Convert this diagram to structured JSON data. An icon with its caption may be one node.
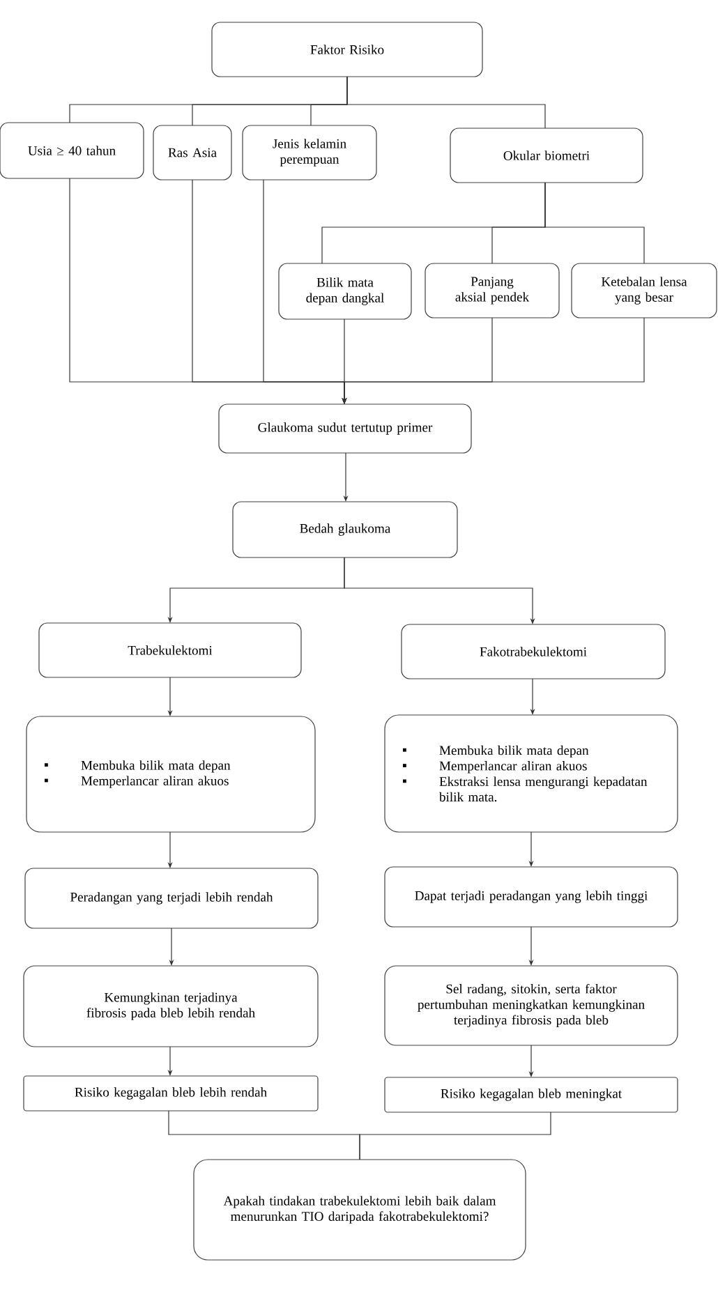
{
  "diagram": {
    "nodes": [
      {
        "text": [
          "Faktor Risiko"
        ]
      },
      {
        "text": [
          "Usia ≥ 40 tahun"
        ]
      },
      {
        "text": [
          "Ras Asia"
        ]
      },
      {
        "text": [
          "Jenis kelamin perempuan"
        ]
      },
      {
        "text": [
          "Okular biometri"
        ]
      },
      {
        "text": [
          "Bilik mata depan dangkal"
        ]
      },
      {
        "text": [
          "Panjang aksial pendek"
        ]
      },
      {
        "text": [
          "Ketebalan lensa yang besar"
        ]
      },
      {
        "text": [
          "Glaukoma sudut tertutup primer"
        ]
      },
      {
        "text": [
          "Bedah glaukoma"
        ]
      },
      {
        "text": [
          "Trabekulektomi"
        ]
      },
      {
        "text": [
          "Fakotrabekulektomi"
        ]
      },
      {
        "text": [
          "Membuka bilik mata depan",
          "Memperlancar aliran akuos"
        ]
      },
      {
        "text": [
          "Membuka bilik mata depan",
          "Memperlancar aliran akuos",
          "Ekstraksi lensa mengurangi kepadatan bilik mata."
        ]
      },
      {
        "text": [
          "Peradangan yang terjadi lebih rendah"
        ]
      },
      {
        "text": [
          "Dapat terjadi peradangan yang lebih tinggi"
        ]
      },
      {
        "text": [
          "Kemungkinan terjadinya fibrosis pada bleb lebih rendah"
        ]
      },
      {
        "text": [
          "Sel radang, sitokin, serta faktor pertumbuhan meningkatkan kemungkinan terjadinya fibrosis pada bleb"
        ]
      },
      {
        "text": [
          "Risiko kegagalan bleb lebih rendah"
        ]
      },
      {
        "text": [
          "Risiko kegagalan bleb meningkat"
        ]
      },
      {
        "text": [
          "Apakah tindakan trabekulektomi lebih baik dalam menurunkan TIO daripada fakotrabekulektomi?"
        ]
      }
    ],
    "edges": [
      {
        "from": 0,
        "to": 1,
        "arrow": "none"
      },
      {
        "from": 0,
        "to": 2,
        "arrow": "none"
      },
      {
        "from": 0,
        "to": 3,
        "arrow": "none"
      },
      {
        "from": 0,
        "to": 4,
        "arrow": "none"
      },
      {
        "from": 4,
        "to": 5,
        "arrow": "none"
      },
      {
        "from": 4,
        "to": 6,
        "arrow": "none"
      },
      {
        "from": 4,
        "to": 7,
        "arrow": "none"
      },
      {
        "from": 1,
        "to": 8,
        "arrow": "to"
      },
      {
        "from": 2,
        "to": 8,
        "arrow": "to"
      },
      {
        "from": 3,
        "to": 8,
        "arrow": "to"
      },
      {
        "from": 5,
        "to": 8,
        "arrow": "to"
      },
      {
        "from": 6,
        "to": 8,
        "arrow": "to"
      },
      {
        "from": 7,
        "to": 8,
        "arrow": "to"
      },
      {
        "from": 8,
        "to": 9,
        "arrow": "to"
      },
      {
        "from": 9,
        "to": 10,
        "arrow": "to"
      },
      {
        "from": 9,
        "to": 11,
        "arrow": "to"
      },
      {
        "from": 10,
        "to": 12,
        "arrow": "to"
      },
      {
        "from": 12,
        "to": 14,
        "arrow": "to"
      },
      {
        "from": 14,
        "to": 16,
        "arrow": "to"
      },
      {
        "from": 16,
        "to": 18,
        "arrow": "to"
      },
      {
        "from": 11,
        "to": 13,
        "arrow": "to"
      },
      {
        "from": 13,
        "to": 15,
        "arrow": "to"
      },
      {
        "from": 15,
        "to": 17,
        "arrow": "to"
      },
      {
        "from": 17,
        "to": 19,
        "arrow": "to"
      },
      {
        "from": 18,
        "to": 20,
        "arrow": "none"
      },
      {
        "from": 19,
        "to": 20,
        "arrow": "none"
      }
    ]
  }
}
